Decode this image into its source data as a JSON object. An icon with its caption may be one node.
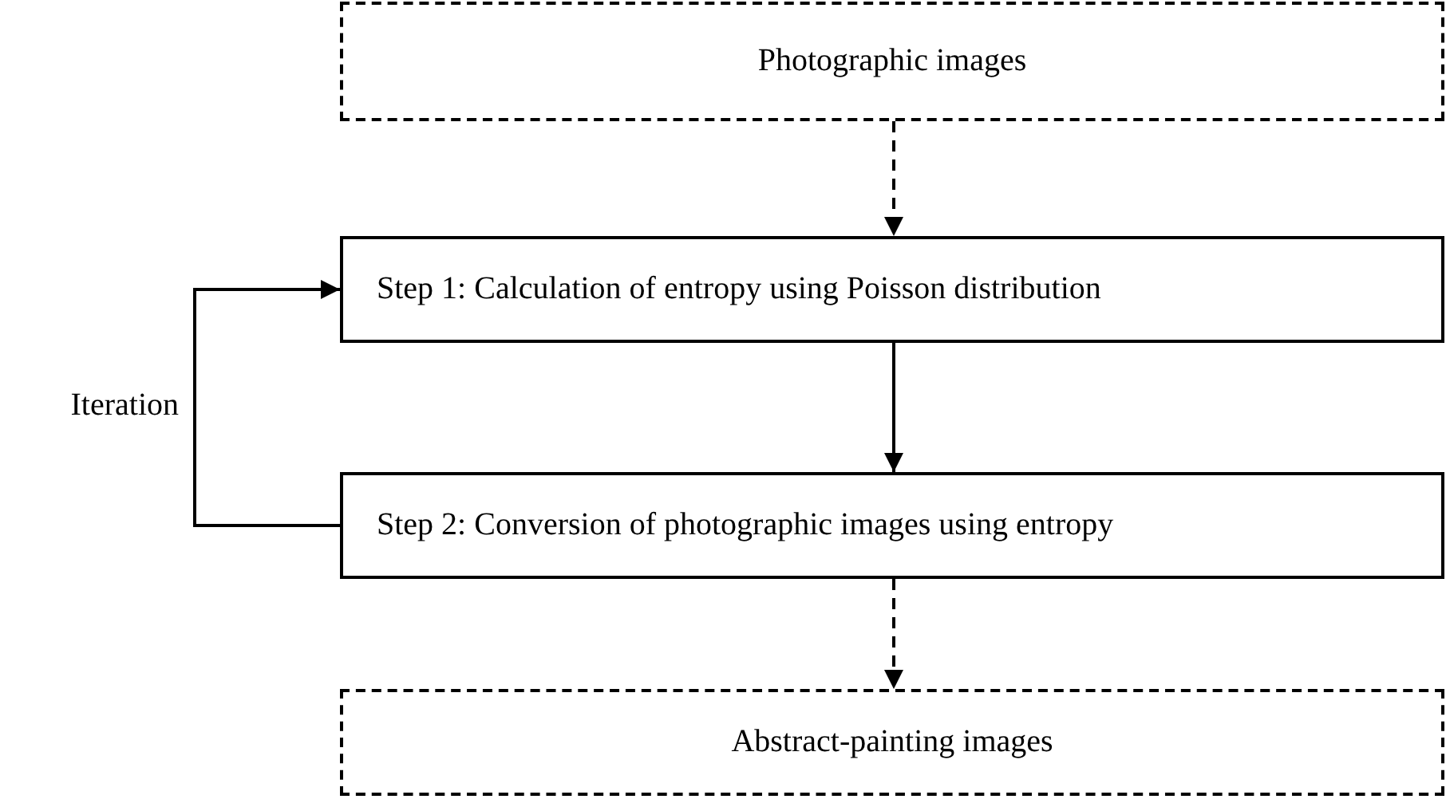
{
  "diagram": {
    "nodes": [
      {
        "text": [
          "Photographic images"
        ]
      },
      {
        "text": [
          "Step 1: Calculation of entropy using Poisson distribution"
        ]
      },
      {
        "text": [
          "Step 2: Conversion of photographic images using entropy"
        ]
      },
      {
        "text": [
          "Abstract-painting images"
        ]
      }
    ],
    "edges": [
      {
        "from": 0,
        "to": 1,
        "arrow": "to",
        "style": "dashed"
      },
      {
        "from": 1,
        "to": 2,
        "arrow": "to"
      },
      {
        "from": 2,
        "to": 3,
        "arrow": "to",
        "style": "dashed"
      },
      {
        "from": 2,
        "to": 1,
        "arrow": "to",
        "label": "Iteration"
      }
    ]
  }
}
